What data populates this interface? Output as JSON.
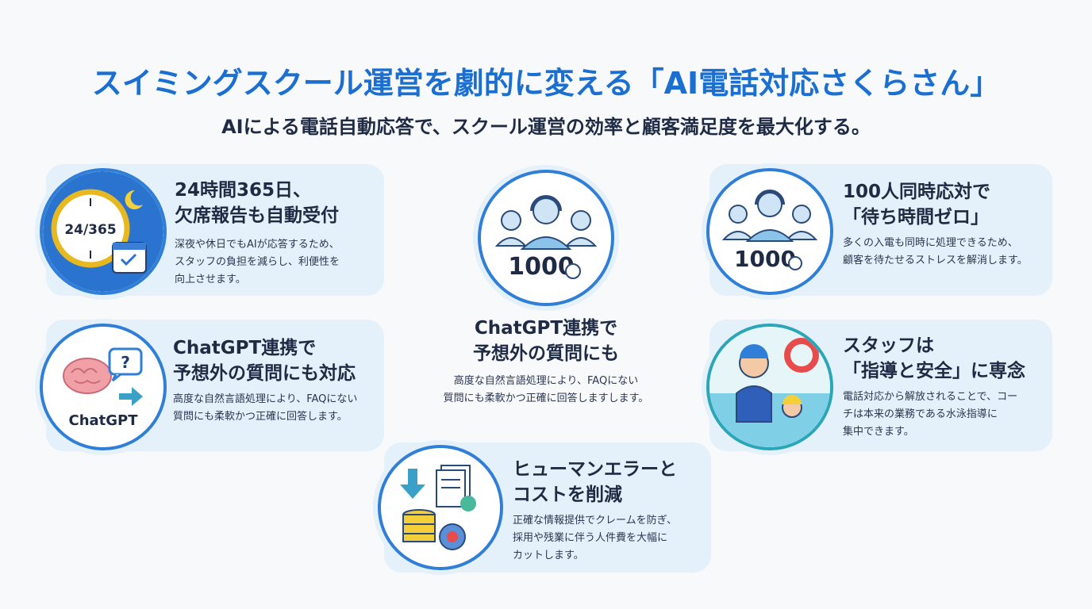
{
  "header": {
    "title": "スイミングスクール運営を劇的に変える「AI電話対応さくらさん」",
    "subtitle": "AIによる電話自動応答で、スクール運営の効率と顧客満足度を最大化する。"
  },
  "cards": {
    "allday": {
      "title": "24時間365日、\n欠席報告も自動受付",
      "body": "深夜や休日でもAIが応答するため、\nスタッフの負担を減らし、利便性を\n向上させます。",
      "icon_label": "24/365"
    },
    "chatgpt_left": {
      "title": "ChatGPT連携で\n予想外の質問にも対応",
      "body": "高度な自然言語処理により、FAQにない\n質問にも柔軟かつ正確に回答します。",
      "icon_label": "ChatGPT"
    },
    "center": {
      "title": "ChatGPT連携で\n予想外の質問にも",
      "body": "高度な自然言語処理により、FAQにない\n質問にも柔軟かつ正確に回答しますします。",
      "icon_label": "1000"
    },
    "concurrent": {
      "title": "100人同時応対で\n「待ち時間ゼロ」",
      "body": "多くの入電も同時に処理できるため、\n顧客を待たせるストレスを解消します。",
      "icon_label": "1000"
    },
    "staff": {
      "title": "スタッフは\n「指導と安全」に専念",
      "body": "電話対応から解放されることで、コー\nチは本来の業務である水泳指導に\n集中できます。"
    },
    "cost": {
      "title": "ヒューマンエラーと\nコストを削減",
      "body": "正確な情報提供でクレームを防ぎ、\n採用や残業に伴う人件費を大幅に\nカットします。"
    }
  },
  "colors": {
    "accent": "#1a6fd0",
    "card_bg": "#e4f0fa",
    "ring": "#2f7fd8",
    "gold": "#e8b820"
  },
  "icons": [
    "clock-calendar-icon",
    "brain-question-icon",
    "operators-headset-icon",
    "swimming-coach-icon",
    "coins-documents-icon"
  ]
}
